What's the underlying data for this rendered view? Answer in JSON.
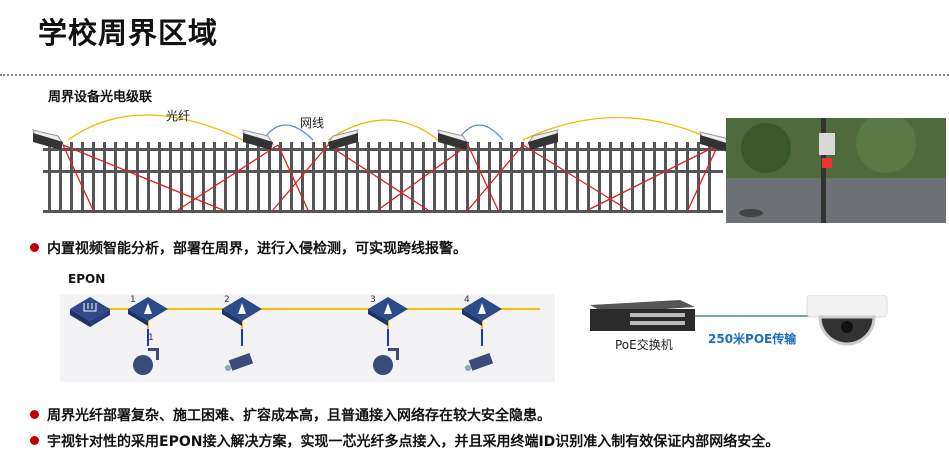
{
  "title": "学校周界区域",
  "section1": {
    "subtitle": "周界设备光电级联",
    "fiber_label": "光纤",
    "cable_label": "网线"
  },
  "bullets": [
    "内置视频智能分析，部署在周界，进行入侵检测，可实现跨线报警。",
    "周界光纤部署复杂、施工困难、扩容成本高，且普通接入网络存在较大安全隐患。",
    "宇视针对性的采用EPON接入解决方案，实现一芯光纤多点接入，并且采用终端ID识别准入制有效保证内部网络安全。"
  ],
  "epon": {
    "label": "EPON",
    "nodes": [
      "1",
      "2",
      "3",
      "4"
    ],
    "camera_port_label": "1"
  },
  "poe": {
    "switch_label": "PoE交换机",
    "distance_label": "250米POE传输"
  },
  "colors": {
    "bullet": "#c00000",
    "fiber": "#f5b800",
    "cable": "#5b8fd6",
    "laser": "#e02020",
    "accent_blue": "#1a6fc2"
  }
}
